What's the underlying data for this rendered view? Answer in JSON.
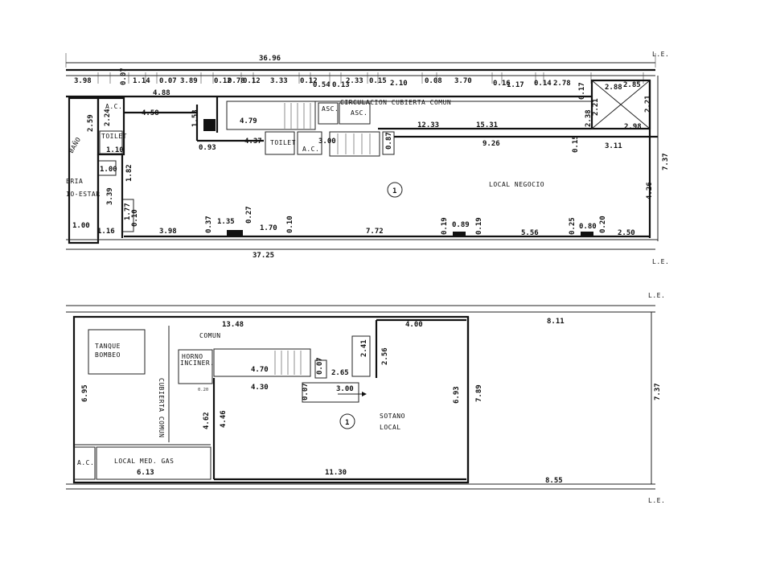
{
  "ground_floor": {
    "circulation_label": "CIRCULACION CUBIERTA COMUN",
    "shop_label": "LOCAL NEGOCIO",
    "unit_number": "1",
    "rooms": {
      "ac_1": "A.C.",
      "toilet_1": "TOILET",
      "asc_1": "ASC.",
      "asc_2": "ASC.",
      "toilet_2": "TOILET",
      "ac_2": "A.C.",
      "bath": "BAÑO",
      "eria": "ERIA",
      "estar": "IO-ESTAR"
    },
    "dims": {
      "top_total": "36.96",
      "bottom_total": "37.25",
      "d_3_98_top": "3.98",
      "d_0_07": "0.07",
      "d_1_14": "1.14",
      "d_0_07b": "0.07",
      "d_3_89": "3.89",
      "d_0_12": "0.12",
      "d_0_78": "0.78",
      "d_0_12b": "0.12",
      "d_3_33": "3.33",
      "d_0_12c": "0.12",
      "d_0_54": "0.54",
      "d_0_13": "0.13",
      "d_2_33": "2.33",
      "d_0_15": "0.15",
      "d_2_10": "2.10",
      "d_0_08": "0.08",
      "d_3_70": "3.70",
      "d_0_16": "0.16",
      "d_1_17": "1.17",
      "d_0_14": "0.14",
      "d_2_78": "2.78",
      "d_2_88": "2.88",
      "d_2_85": "2.85",
      "d_4_88": "4.88",
      "d_4_58": "4.58",
      "d_2_24": "2.24",
      "d_2_59": "2.59",
      "d_1_10": "1.10",
      "d_1_00": "1.00",
      "d_1_82": "1.82",
      "d_3_39": "3.39",
      "d_1_53": "1.53",
      "d_0_93": "0.93",
      "d_4_79": "4.79",
      "d_4_37": "4.37",
      "d_3_00": "3.00",
      "d_0_87": "0.87",
      "d_12_33": "12.33",
      "d_15_31": "15.31",
      "d_9_26": "9.26",
      "d_0_15b": "0.15",
      "d_3_11": "3.11",
      "d_2_98": "2.98",
      "d_2_21": "2.21",
      "d_2_21b": "2.21",
      "d_2_38": "2.38",
      "d_0_17": "0.17",
      "d_7_37": "7.37",
      "d_4_26": "4.26",
      "d_1_00b": "1.00",
      "d_1_16": "1.16",
      "d_1_77": "1.77",
      "d_0_10": "0.10",
      "d_3_98b": "3.98",
      "d_0_37": "0.37",
      "d_1_35": "1.35",
      "d_0_27": "0.27",
      "d_1_70": "1.70",
      "d_0_10b": "0.10",
      "d_7_72": "7.72",
      "d_0_19": "0.19",
      "d_0_89": "0.89",
      "d_0_19b": "0.19",
      "d_5_56": "5.56",
      "d_0_25": "0.25",
      "d_0_80": "0.80",
      "d_0_20": "0.20",
      "d_2_50": "2.50",
      "le_top": "L.E.",
      "le_bottom": "L.E."
    }
  },
  "basement": {
    "tank_label": "TANQUE",
    "pump_label": "BOMBEO",
    "common_label": "COMUN",
    "covered_common": "CUBIERTA COMUN",
    "oven_label": "HORNO",
    "incinerator_label": "INCINER.",
    "basement_label": "SOTANO",
    "local_label": "LOCAL",
    "unit_number": "1",
    "ac_label": "A.C.",
    "gas_label": "LOCAL MED. GAS",
    "dims": {
      "d_13_48": "13.48",
      "d_4_70": "4.70",
      "d_0_07": "0.07",
      "d_2_65": "2.65",
      "d_2_41": "2.41",
      "d_2_56": "2.56",
      "d_4_00": "4.00",
      "d_4_30": "4.30",
      "d_0_07b": "0.07",
      "d_3_00": "3.00",
      "d_6_95": "6.95",
      "d_4_62": "4.62",
      "d_4_46": "4.46",
      "d_6_93": "6.93",
      "d_7_89": "7.89",
      "d_6_13": "6.13",
      "d_11_30": "11.30",
      "d_8_11": "8.11",
      "d_7_37": "7.37",
      "d_8_55": "8.55",
      "d_0_20": "0.20",
      "le_top": "L.E.",
      "le_bottom": "L.E."
    }
  }
}
